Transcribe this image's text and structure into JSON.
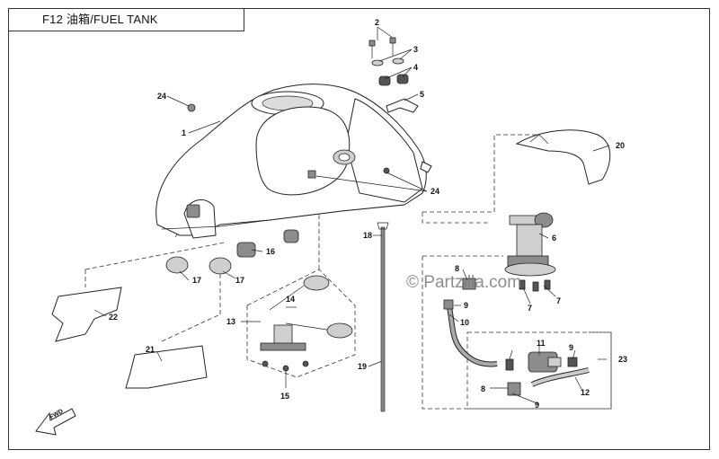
{
  "header": {
    "title": "F12 油箱/FUEL TANK"
  },
  "watermark": {
    "text": "© Partzilla.com"
  },
  "fwd_arrow": {
    "label": "FWD"
  },
  "parts": [
    {
      "id": "1",
      "label": "1",
      "name": "fuel-tank"
    },
    {
      "id": "2",
      "label": "2",
      "name": "bolt"
    },
    {
      "id": "3",
      "label": "3",
      "name": "washer"
    },
    {
      "id": "4",
      "label": "4",
      "name": "rubber-cushion"
    },
    {
      "id": "5",
      "label": "5",
      "name": "bracket"
    },
    {
      "id": "6",
      "label": "6",
      "name": "fuel-pump"
    },
    {
      "id": "7a",
      "label": "7",
      "name": "nut"
    },
    {
      "id": "7b",
      "label": "7",
      "name": "nut"
    },
    {
      "id": "8a",
      "label": "8",
      "name": "clamp"
    },
    {
      "id": "8b",
      "label": "8",
      "name": "clamp"
    },
    {
      "id": "9a",
      "label": "9",
      "name": "clip"
    },
    {
      "id": "9b",
      "label": "9",
      "name": "clip"
    },
    {
      "id": "9c",
      "label": "9",
      "name": "clip"
    },
    {
      "id": "10",
      "label": "10",
      "name": "fuel-hose"
    },
    {
      "id": "11",
      "label": "11",
      "name": "fuel-filter"
    },
    {
      "id": "12",
      "label": "12",
      "name": "fuel-hose"
    },
    {
      "id": "13",
      "label": "13",
      "name": "fuel-gauge-sender"
    },
    {
      "id": "14",
      "label": "14",
      "name": "float-arm"
    },
    {
      "id": "15",
      "label": "15",
      "name": "screw"
    },
    {
      "id": "16",
      "label": "16",
      "name": "rubber-mount"
    },
    {
      "id": "17a",
      "label": "17",
      "name": "rubber-cushion"
    },
    {
      "id": "17b",
      "label": "17",
      "name": "rubber-cushion"
    },
    {
      "id": "18",
      "label": "18",
      "name": "clip"
    },
    {
      "id": "19",
      "label": "19",
      "name": "breather-hose"
    },
    {
      "id": "20",
      "label": "20",
      "name": "heat-shield"
    },
    {
      "id": "21",
      "label": "21",
      "name": "decal"
    },
    {
      "id": "22",
      "label": "22",
      "name": "decal"
    },
    {
      "id": "23",
      "label": "23",
      "name": "fuel-filter-assy"
    },
    {
      "id": "24a",
      "label": "24",
      "name": "nut"
    },
    {
      "id": "24b",
      "label": "24",
      "name": "nut"
    }
  ]
}
